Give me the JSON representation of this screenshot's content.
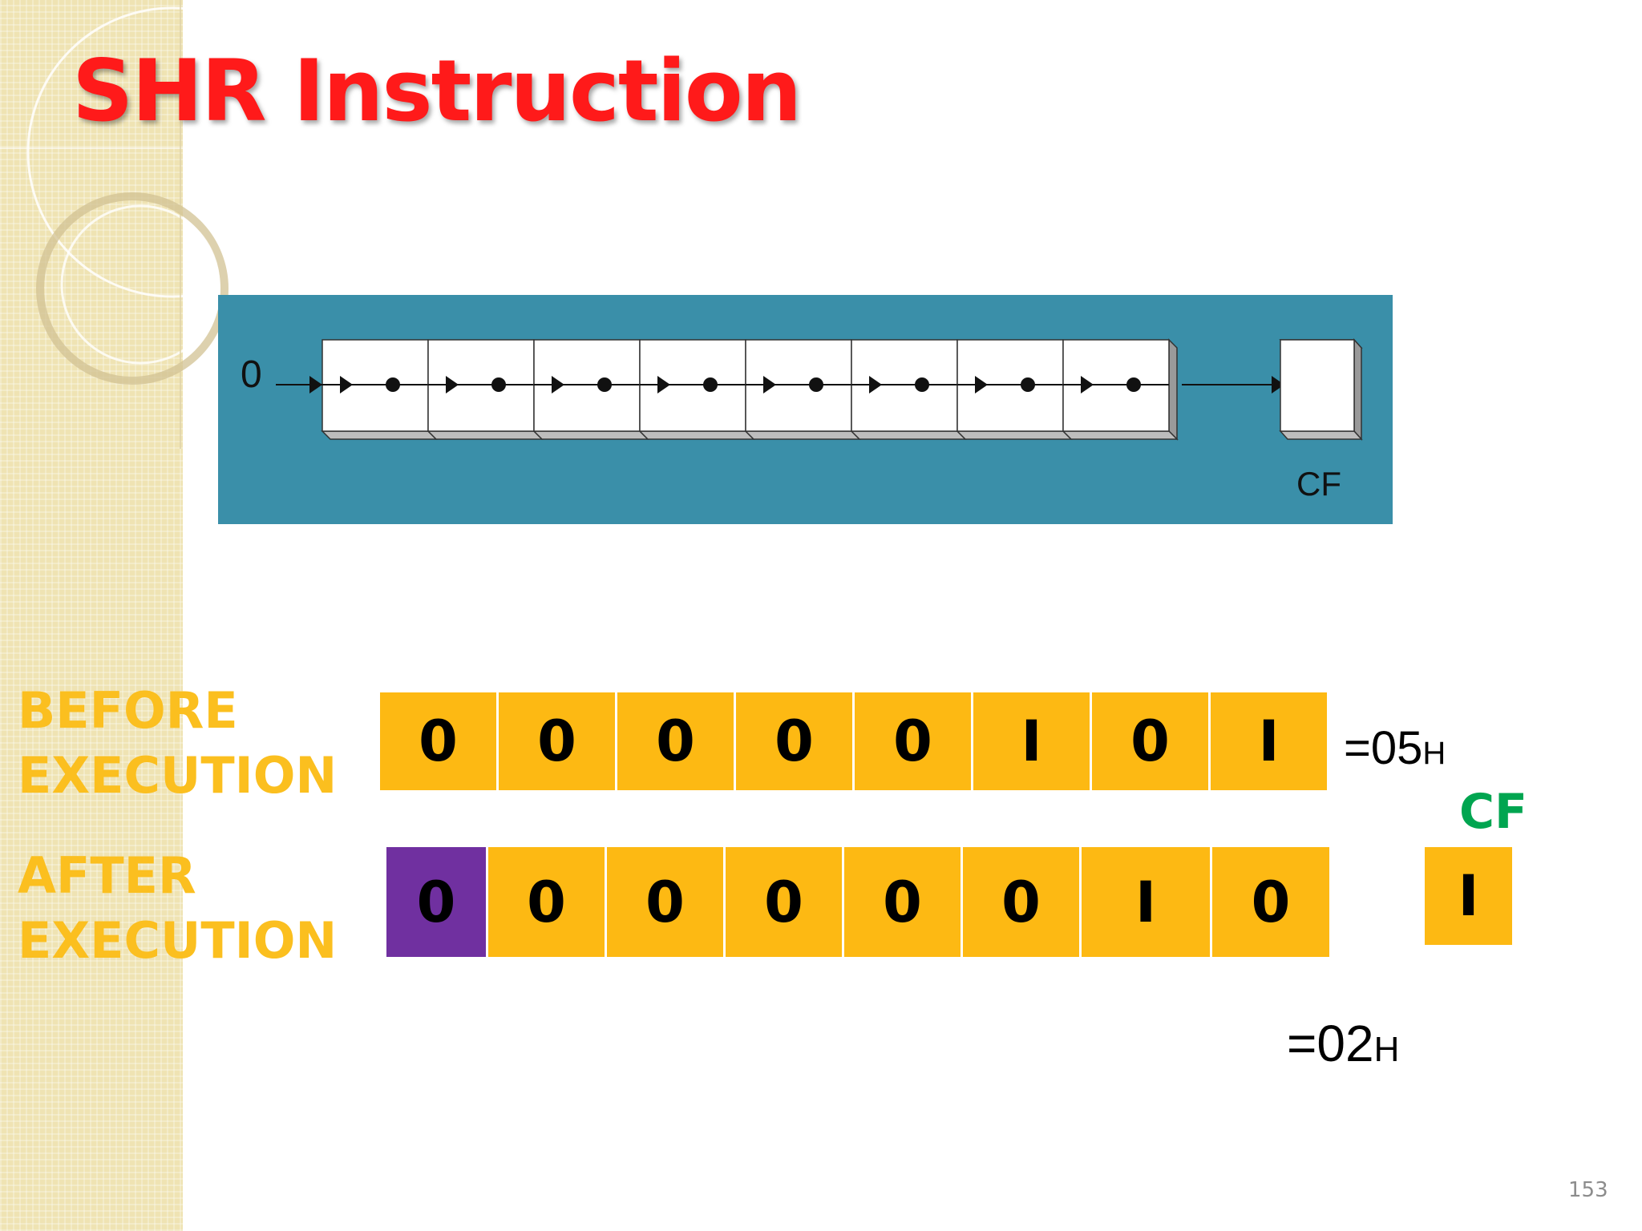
{
  "title": "SHR Instruction",
  "diagram": {
    "input_bit": "0",
    "register_bits": 8,
    "cf_label": "CF",
    "background_color": "#3a8fa9"
  },
  "before": {
    "label_line1": "BEFORE",
    "label_line2": "EXECUTION",
    "bits": [
      "0",
      "0",
      "0",
      "0",
      "0",
      "I",
      "0",
      "I"
    ],
    "hex_prefix": "=05",
    "hex_suffix": "H"
  },
  "after": {
    "label_line1": "AFTER",
    "label_line2": "EXECUTION",
    "bits": [
      "0",
      "0",
      "0",
      "0",
      "0",
      "0",
      "I",
      "0"
    ],
    "hex_prefix": "=02",
    "hex_suffix": "H"
  },
  "carry": {
    "label": "CF",
    "value": "I"
  },
  "colors": {
    "title": "#ff1a1a",
    "cell": "#fdb913",
    "shifted_in_cell": "#7030a0",
    "label": "#fbbf1f",
    "cf_label": "#00a550"
  },
  "page_number": "153"
}
